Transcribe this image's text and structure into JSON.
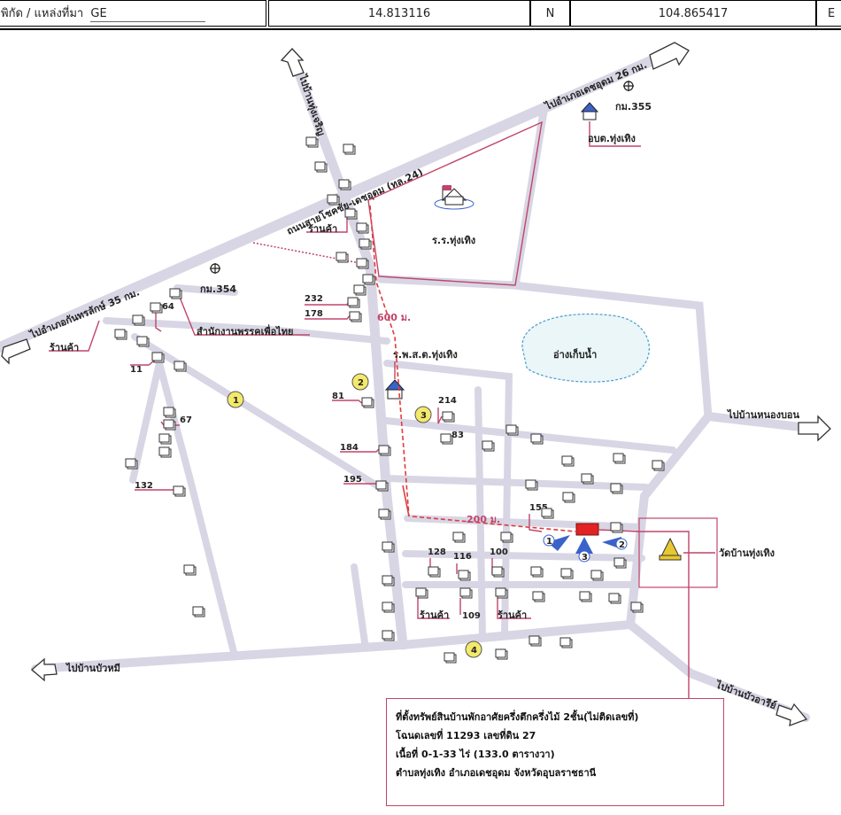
{
  "header": {
    "coord_label": "พิกัด / แหล่งที่มา",
    "source_value": "GE",
    "lat_value": "14.813116",
    "lat_unit": "N",
    "lon_value": "104.865417",
    "lon_unit": "E"
  },
  "map": {
    "roads": {
      "to_north": "ไปบ้านทุ่งเจริญ",
      "to_northeast": "ไปอำเภอเดชอุดม 26 กม.",
      "highway_name": "ถนนสายโชคชัย-เดชอุดม (ทล.24)",
      "to_west": "ไปอำเภอกันทรลักษ์ 35 กม.",
      "to_east": "ไปบ้านหนองบอน",
      "to_southwest": "ไปบ้านบัวหมี",
      "to_southeast": "ไปบ้านบัวอารีย์"
    },
    "places": {
      "km355": "กม.355",
      "obt": "อบต.ทุ่งเทิง",
      "school": "ร.ร.ทุ่งเทิง",
      "km354": "กม.354",
      "shop": "ร้านค้า",
      "party_office": "สำนักงานพรรคเพื่อไทย",
      "hospital": "ร.พ.ส.ต.ทุ่งเทิง",
      "reservoir": "อ่างเก็บน้ำ",
      "temple": "วัดบ้านทุ่งเทิง"
    },
    "distances": {
      "d600": "600 ม.",
      "d200": "200 ม."
    },
    "house_numbers": {
      "n232": "232",
      "n178": "178",
      "n264": "264",
      "n11": "11",
      "n81": "81",
      "n214": "214",
      "n83": "83",
      "n67": "67",
      "n184": "184",
      "n195": "195",
      "n132": "132",
      "n155": "155",
      "n128": "128",
      "n116": "116",
      "n100": "100",
      "n109": "109"
    },
    "markers": {
      "m1": "1",
      "m2": "2",
      "m3": "3",
      "m4": "4"
    },
    "views": {
      "v1": "1",
      "v2": "2",
      "v3": "3"
    }
  },
  "info_box": {
    "line1": "ที่ตั้งทรัพย์สินบ้านพักอาศัยครึ่งตึกครึ่งไม้ 2ชั้น(ไม่ติดเลขที่)",
    "line2": "โฉนดเลขที่  11293  เลขที่ดิน  27",
    "line3": "เนื้อที่  0-1-33  ไร่  (133.0  ตารางวา)",
    "line4": "ตำบลทุ่งเทิง   อำเภอเดชอุดม จังหวัดอุบลราชธานี"
  },
  "colors": {
    "road": "#d8d6e4",
    "accent": "#c0456a",
    "subject": "#e32222",
    "arrow": "#3a63c9",
    "marker": "#f3e96a"
  }
}
